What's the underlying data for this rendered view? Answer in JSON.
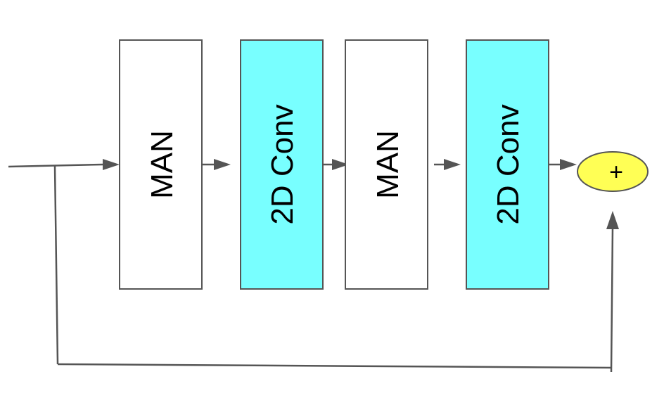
{
  "blocks": [
    {
      "label": "MAN",
      "fill": "#ffffff"
    },
    {
      "label": "2D Conv",
      "fill": "#78ffff"
    },
    {
      "label": "MAN",
      "fill": "#ffffff"
    },
    {
      "label": "2D Conv",
      "fill": "#78ffff"
    }
  ],
  "sum_node": {
    "label": "+",
    "fill": "#ffff55"
  },
  "colors": {
    "wire": "#555555",
    "block_border": "#555555",
    "sum_border": "#555555"
  }
}
